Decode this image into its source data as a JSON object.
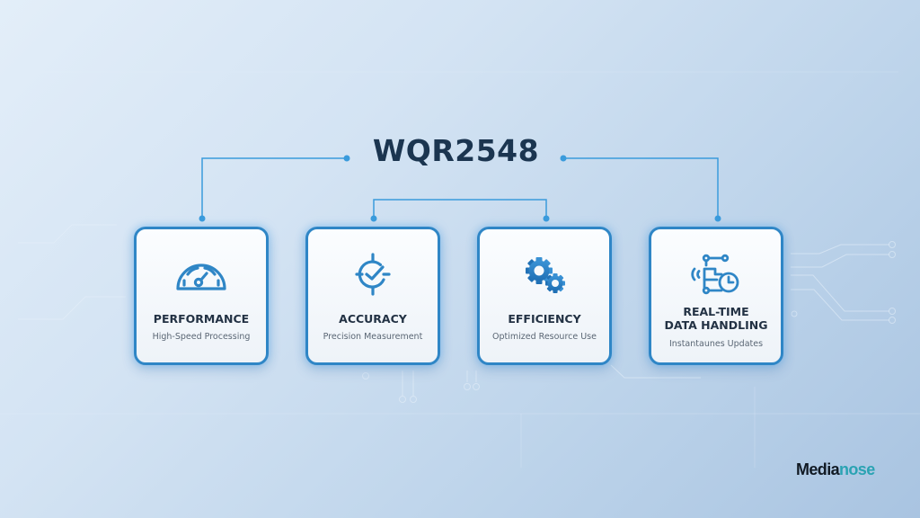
{
  "title": "WQR2548",
  "cards": [
    {
      "id": "performance",
      "icon": "speedometer-icon",
      "label": "PERFORMANCE",
      "subtitle": "High-Speed Processing"
    },
    {
      "id": "accuracy",
      "icon": "target-check-icon",
      "label": "ACCURACY",
      "subtitle": "Precision Measurement"
    },
    {
      "id": "efficiency",
      "icon": "gears-icon",
      "label": "EFFICIENCY",
      "subtitle": "Optimized Resource Use"
    },
    {
      "id": "realtime",
      "icon": "realtime-data-clock-icon",
      "label_line1": "REAL-TIME",
      "label_line2": "DATA HANDLING",
      "subtitle": "Instantaunes Updates"
    }
  ],
  "logo": {
    "part1": "Media",
    "part2": "nose"
  },
  "colors": {
    "accent": "#2f86c6",
    "connector": "#3a9bdc",
    "title": "#1b3550",
    "logo_dark": "#111a24",
    "logo_teal": "#2aa3b3"
  }
}
